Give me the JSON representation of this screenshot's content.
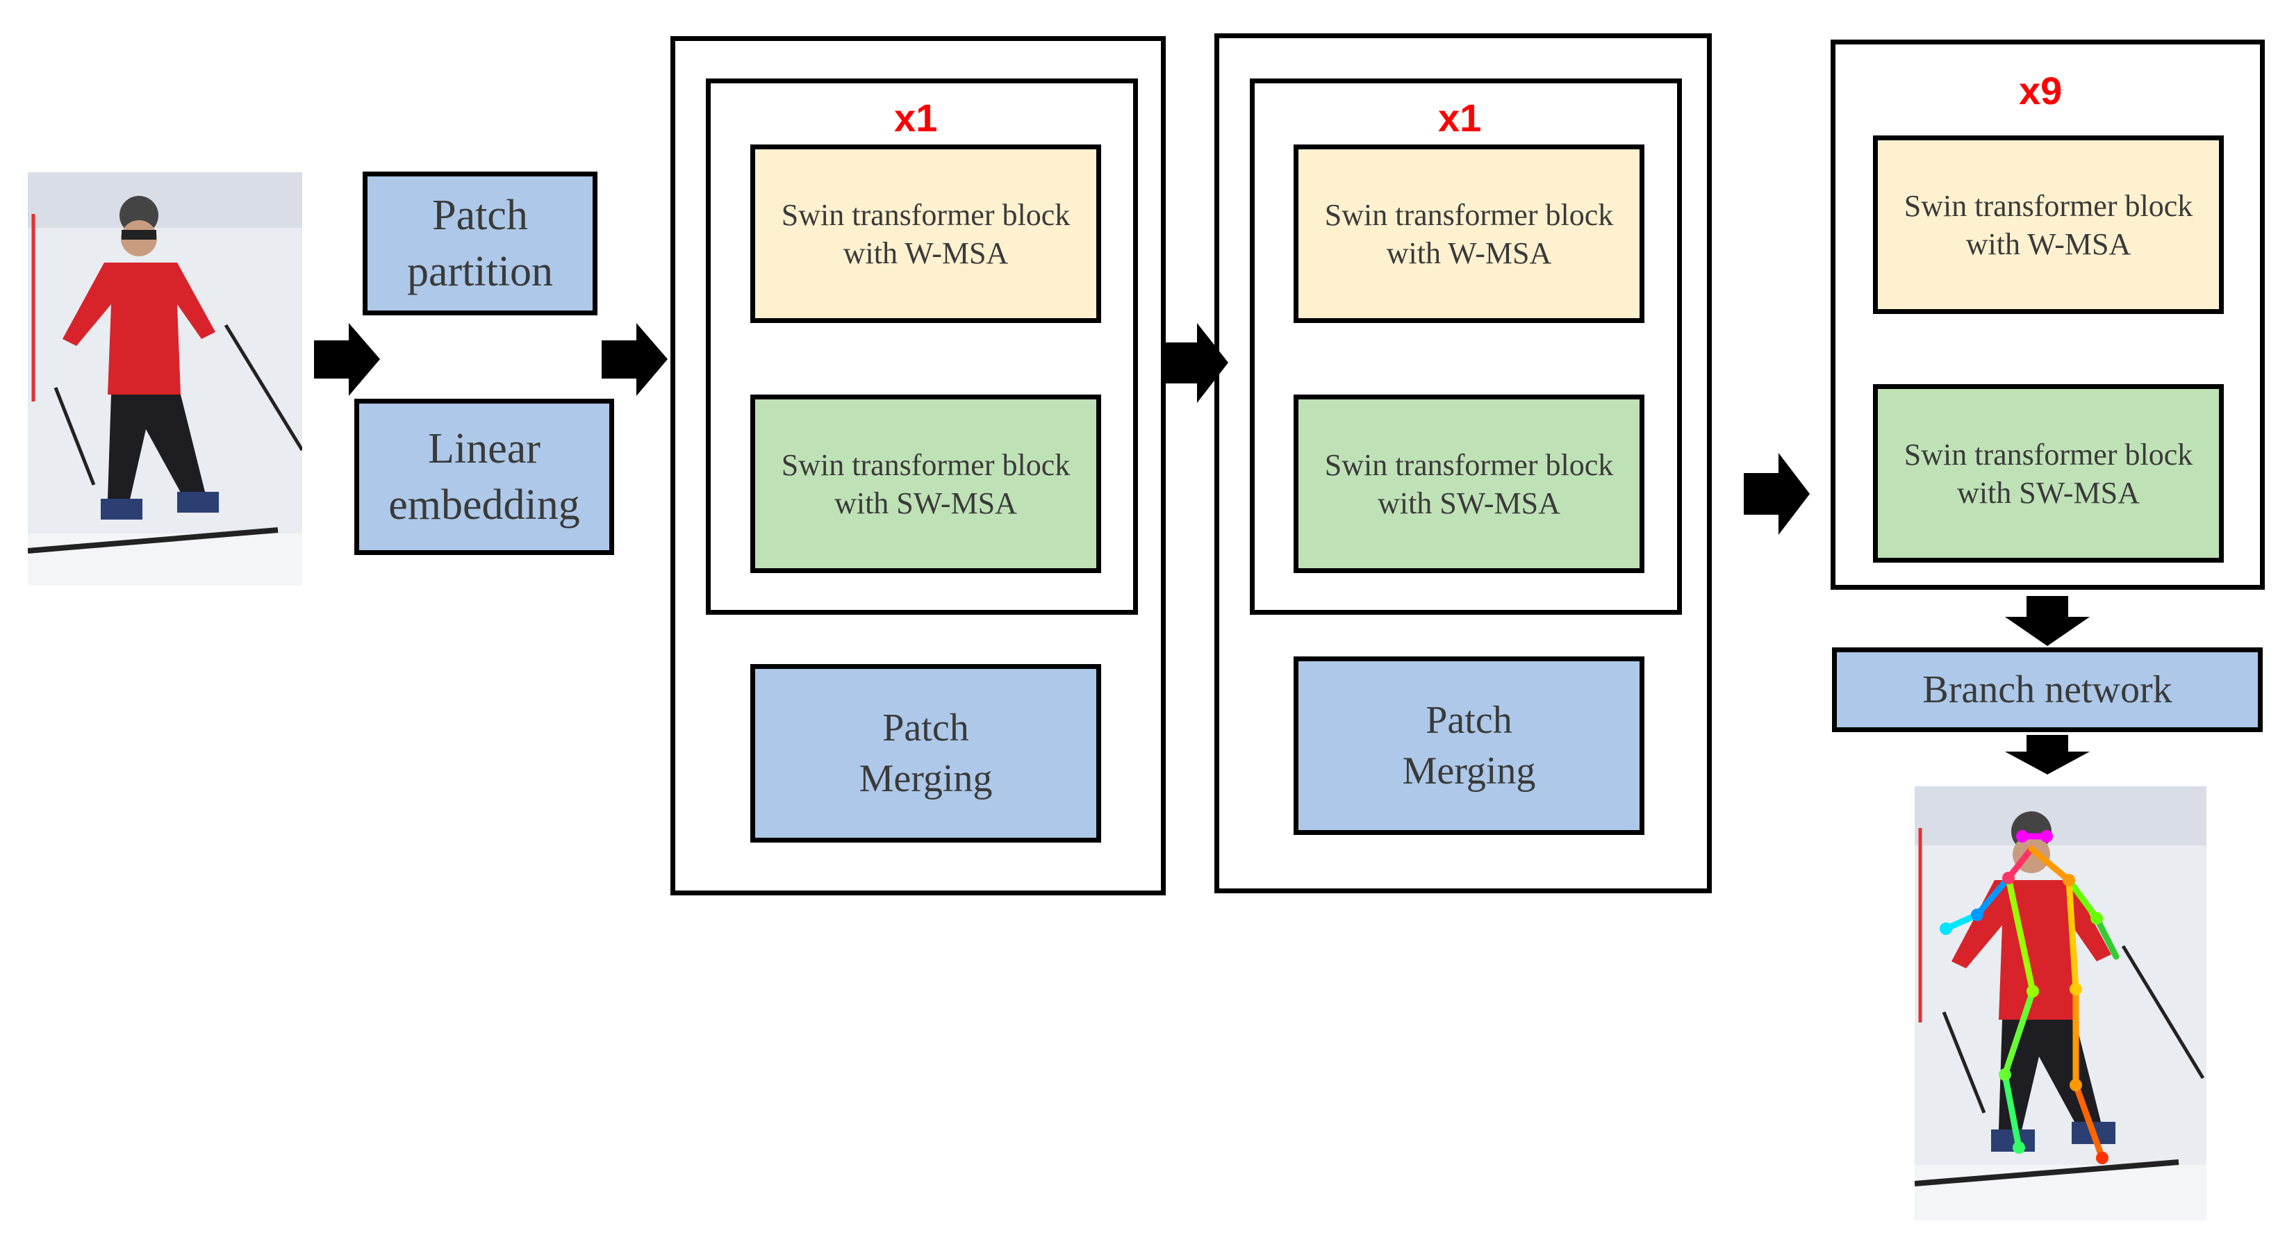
{
  "colors": {
    "blue_block": "#adc8e8",
    "yellow_block": "#fdf1cf",
    "green_block": "#bfe1b6",
    "repeat_label": "#ff0000"
  },
  "input": {
    "patch_partition": "Patch\npartition",
    "linear_embedding": "Linear\nembedding"
  },
  "stages": [
    {
      "repeat": "x1",
      "wmsa": "Swin transformer block\nwith W-MSA",
      "swmsa": "Swin transformer block\nwith SW-MSA",
      "merge": "Patch\nMerging"
    },
    {
      "repeat": "x1",
      "wmsa": "Swin transformer block\nwith W-MSA",
      "swmsa": "Swin transformer block\nwith SW-MSA",
      "merge": "Patch\nMerging"
    },
    {
      "repeat": "x9",
      "wmsa": "Swin transformer block\nwith W-MSA",
      "swmsa": "Swin transformer block\nwith SW-MSA"
    }
  ],
  "branch": "Branch network",
  "images": {
    "input_photo": "skier-photo",
    "output_photo": "skier-pose-keypoints-photo"
  }
}
